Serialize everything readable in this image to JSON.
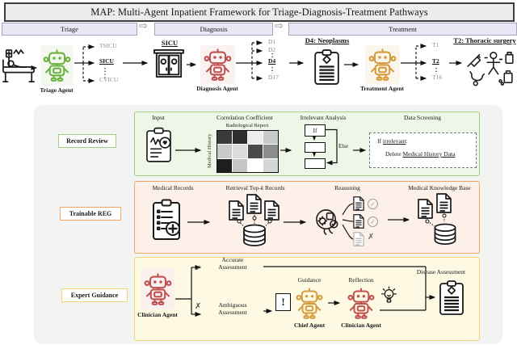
{
  "title": "MAP: Multi-Agent Inpatient Framework for Triage-Diagnosis-Treatment Pathways",
  "phases": {
    "triage": "Triage",
    "diagnosis": "Diagnosis",
    "treatment": "Treatment"
  },
  "icons": {
    "phase_arrow": "⇨"
  },
  "flow": {
    "triage_agent": "Triage Agent",
    "triage_units": {
      "top": "TSICU",
      "selected": "SICU",
      "bottom": "CVICU"
    },
    "ward_label": "SICU",
    "diagnosis_agent": "Diagnosis Agent",
    "diagnosis_codes": {
      "d1": "D1",
      "d2": "D2",
      "selected": "D4",
      "d17": "D17"
    },
    "diagnosis_result": "D4: Neoplasms",
    "treatment_agent": "Treatment Agent",
    "treatment_codes": {
      "t1": "T1",
      "selected": "T2",
      "t16": "T16"
    },
    "treatment_result": "T2: Thoracic surgery"
  },
  "record_review": {
    "label": "Record Review",
    "input_title": "Input",
    "correlation_title": "Correlation Coefficient",
    "heatmap": {
      "x_label": "Radiological Report",
      "y_label": "Medical History",
      "cells": [
        [
          "#3a3a3a",
          "#2e2e2e",
          "#ededed",
          "#c9c9c9"
        ],
        [
          "#c9c9c9",
          "#dcdcdc",
          "#4a4a4a",
          "#8c8c8c"
        ],
        [
          "#1e1e1e",
          "#c6c6c6",
          "#ffffff",
          "#d6d6d6"
        ]
      ]
    },
    "analysis_title": "Irrelevant Analysis",
    "if_label": "If",
    "else_label": "Else",
    "screening_title": "Data Screening",
    "screening_if_prefix": "If ",
    "screening_if_keyword": "irrelevant",
    "screening_if_suffix": ":",
    "screening_action_prefix": "Delete ",
    "screening_action_target": "Medical History Data"
  },
  "trainable_reg": {
    "label": "Trainable REG",
    "records_title": "Medical Records",
    "retrieval_title_pre": "Retrieval Top-",
    "retrieval_title_k": "k",
    "retrieval_title_post": " Records",
    "reasoning_title": "Reasoning",
    "doc_marks": [
      "✓",
      "✓",
      "✗"
    ],
    "kb_title": "Medical Knowledge Base"
  },
  "expert_guidance": {
    "label": "Expert Guidance",
    "clinician_agent": "Clinician Agent",
    "check_mark": "✓",
    "cross_mark": "✗",
    "accurate_line1": "Accurate",
    "accurate_line2": "Assessment",
    "ambiguous_line1": "Ambiguous",
    "ambiguous_line2": "Assessment",
    "alert_mark": "!",
    "guidance_title": "Guidance",
    "chief_agent": "Chief Agent",
    "reflection_title": "Reflection",
    "clinician_agent2": "Clinician Agent",
    "assessment_title": "Disease Assessment"
  },
  "colors": {
    "triage_agent": "#6cb33e",
    "diagnosis_agent": "#c05050",
    "treatment_agent": "#d59a3d",
    "record_review_border": "#9fd185",
    "record_review_bg": "#eef7e7",
    "trainable_reg_border": "#f1a463",
    "trainable_reg_bg": "#fdf0e9",
    "expert_guidance_border": "#f3d676",
    "expert_guidance_bg": "#fdf9e3",
    "phase_bg": "#e9e7f3",
    "outer_panel_bg": "#f3f3f1"
  }
}
